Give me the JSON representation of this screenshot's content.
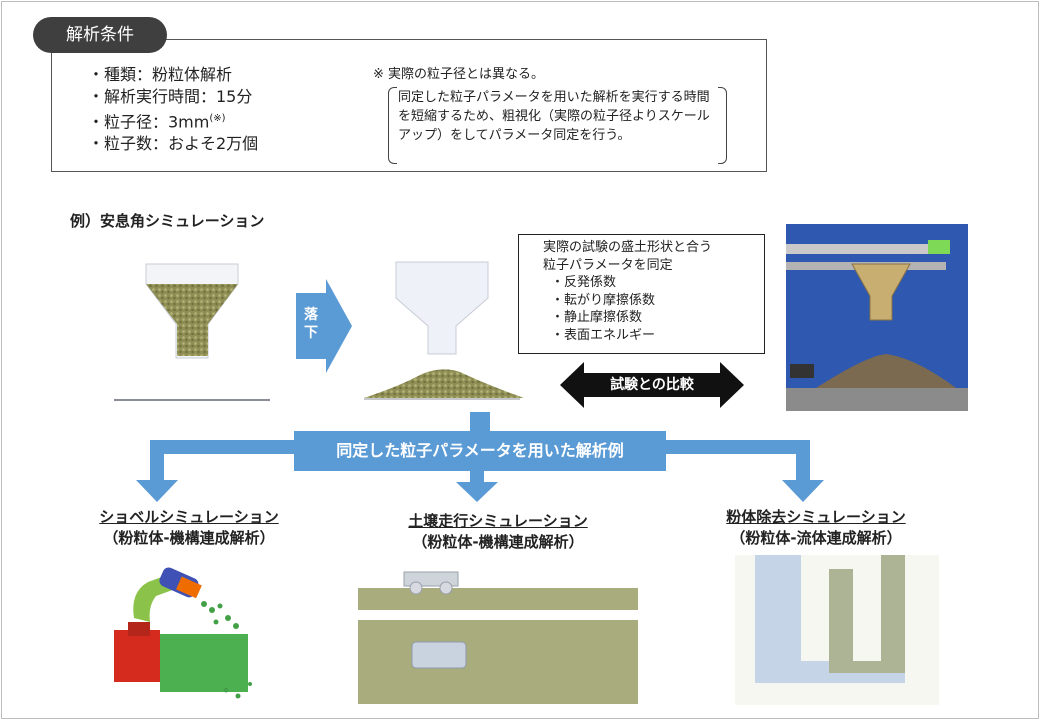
{
  "conditions": {
    "tag_label": "解析条件",
    "items": [
      "・種類：粉粒体解析",
      "・解析実行時間：15分",
      "・粒子径：3mm",
      "・粒子数：およそ2万個"
    ],
    "particle_note_mark": "(※)",
    "note_title": "※ 実際の粒子径とは異なる。",
    "note_body": "同定した粒子パラメータを用いた解析を実行する時間を短縮するため、粗視化（実際の粒子径よりスケールアップ）をしてパラメータ同定を行う。"
  },
  "example": {
    "heading": "例）安息角シミュレーション",
    "drop_label_1": "落",
    "drop_label_2": "下",
    "param_box": {
      "line1": "実際の試験の盛土形状と合う",
      "line2": "粒子パラメータを同定",
      "items": [
        "・反発係数",
        "・転がり摩擦係数",
        "・静止摩擦係数",
        "・表面エネルギー"
      ]
    },
    "compare_label": "試験との比較"
  },
  "banner": {
    "label": "同定した粒子パラメータを用いた解析例"
  },
  "analyses": [
    {
      "title": "ショベルシミュレーション",
      "subtitle": "（粉粒体-機構連成解析）"
    },
    {
      "title": "土壌走行シミュレーション",
      "subtitle": "（粉粒体-機構連成解析）"
    },
    {
      "title": "粉体除去シミュレーション",
      "subtitle": "（粉粒体-流体連成解析）"
    }
  ],
  "colors": {
    "accent_blue": "#5b9bd5",
    "granular": "#9a9a5c",
    "tag_bg": "#3f3f3f"
  }
}
